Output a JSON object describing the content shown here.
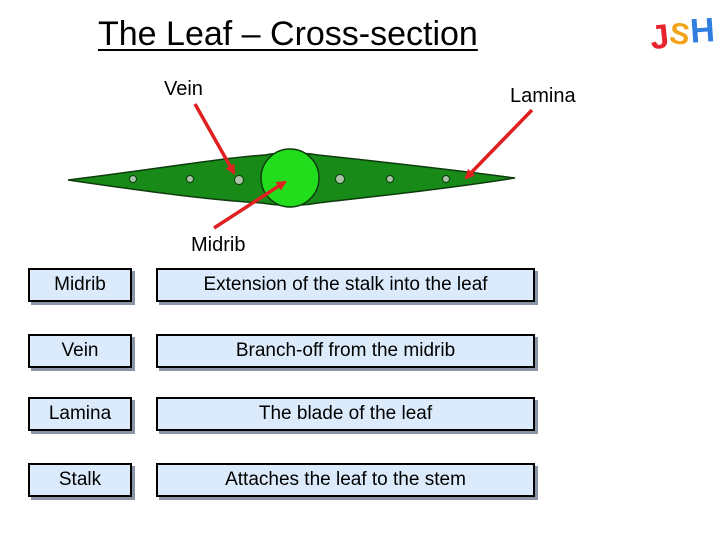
{
  "title": "The Leaf – Cross-section",
  "logo": {
    "text": "JSH",
    "colors": [
      "#e8242e",
      "#f2a31b",
      "#2f7ee0"
    ]
  },
  "diagram": {
    "labels": {
      "vein": "Vein",
      "lamina": "Lamina",
      "midrib": "Midrib"
    },
    "colors": {
      "leaf_fill": "#188a18",
      "leaf_stroke": "#0d3b0d",
      "midrib_fill": "#22dd1c",
      "vein_fill": "#a9c4a6",
      "arrow": "#e02020"
    }
  },
  "table": {
    "rows": [
      {
        "term": "Midrib",
        "description": "Extension of the stalk into the leaf"
      },
      {
        "term": "Vein",
        "description": "Branch-off from the midrib"
      },
      {
        "term": "Lamina",
        "description": "The blade of the leaf"
      },
      {
        "term": "Stalk",
        "description": "Attaches the leaf to the stem"
      }
    ]
  }
}
